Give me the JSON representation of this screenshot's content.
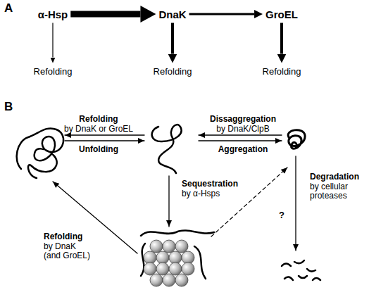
{
  "diagram": {
    "nodes": [
      {
        "text": [
          "α-Hsp"
        ]
      },
      {
        "text": [
          "DnaK"
        ]
      },
      {
        "text": [
          "GroEL"
        ]
      },
      {
        "text": [
          "Refolding"
        ]
      },
      {
        "text": [
          "Refolding"
        ]
      },
      {
        "text": [
          "Refolding"
        ]
      }
    ],
    "edges": [
      {
        "from": 0,
        "to": 1,
        "arrow": "to"
      },
      {
        "from": 1,
        "to": 2,
        "arrow": "to"
      },
      {
        "from": 0,
        "to": 3,
        "arrow": "to"
      },
      {
        "from": 1,
        "to": 4,
        "arrow": "to"
      },
      {
        "from": 2,
        "to": 5,
        "arrow": "to"
      }
    ],
    "labels": [
      "A",
      "B",
      "Refolding",
      "by DnaK or GroEL",
      "Unfolding",
      "Dissaggregation",
      "by DnaK/ClpB",
      "Aggregation",
      "Sequestration",
      "by α-Hsps",
      "Degradation",
      "by cellular proteases",
      "Refolding",
      "by DnaK (and GroEL)",
      "?"
    ]
  }
}
